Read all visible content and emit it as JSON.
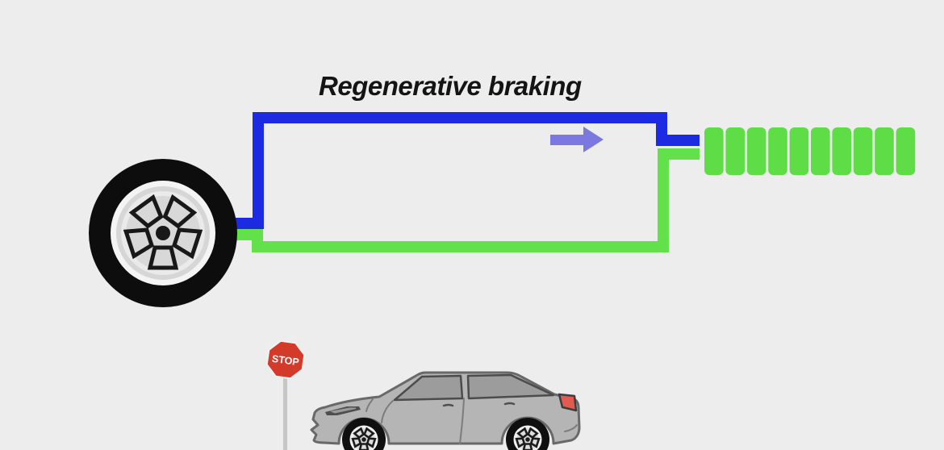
{
  "title": "Regenerative braking",
  "stop_sign": {
    "label": "STOP"
  },
  "battery": {
    "segment_count": 10
  },
  "colors": {
    "background": "#ededed",
    "title_color": "#141414",
    "wire_blue": "#1c2ae2",
    "wire_green": "#63e14b",
    "battery_green": "#5edd46",
    "arrow_purple": "#7b79e0",
    "stop_sign_red": "#d43a2a",
    "car_body": "#b5b5b5",
    "car_outline": "#696969",
    "car_window": "#9c9c9c"
  }
}
